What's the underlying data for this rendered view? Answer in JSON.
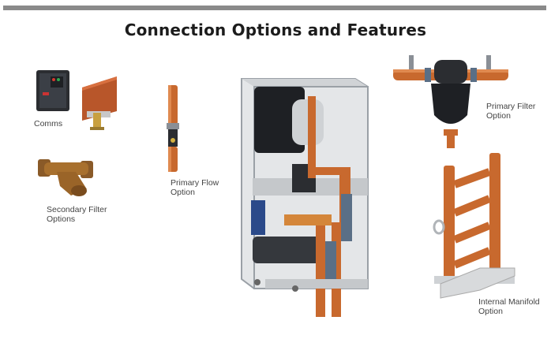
{
  "page": {
    "title": "Connection Options and Features"
  },
  "labels": {
    "comms": "Comms",
    "secondary_filter": [
      "Secondary Filter",
      "Options"
    ],
    "primary_flow": [
      "Primary Flow",
      "Option"
    ],
    "primary_filter": [
      "Primary Filter",
      "Option"
    ],
    "internal_manifold": [
      "Internal Manifold",
      "Option"
    ]
  },
  "colors": {
    "copper": "#c8692e",
    "copper_dark": "#8a3f17",
    "frame": "#9aa0a6",
    "body_dark": "#2b2d31",
    "insulation": "#5a6f86"
  }
}
